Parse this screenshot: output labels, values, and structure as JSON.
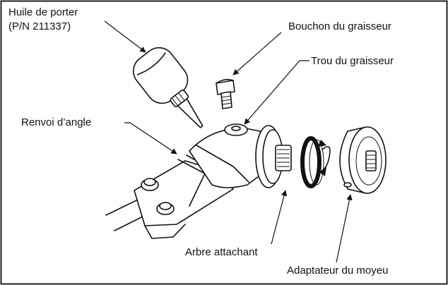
{
  "colors": {
    "ink": "#111111",
    "paper": "#ffffff",
    "frame": "#222222"
  },
  "labels": {
    "oil": "Huile de porter",
    "oil_pn": "(P/N 211337)",
    "grease_plug": "Bouchon du graisseur",
    "grease_hole": "Trou du graisseur",
    "gear_head": "Renvoi d’angle",
    "shaft": "Arbre attachant",
    "hub_adapter": "Adaptateur du moyeu"
  }
}
